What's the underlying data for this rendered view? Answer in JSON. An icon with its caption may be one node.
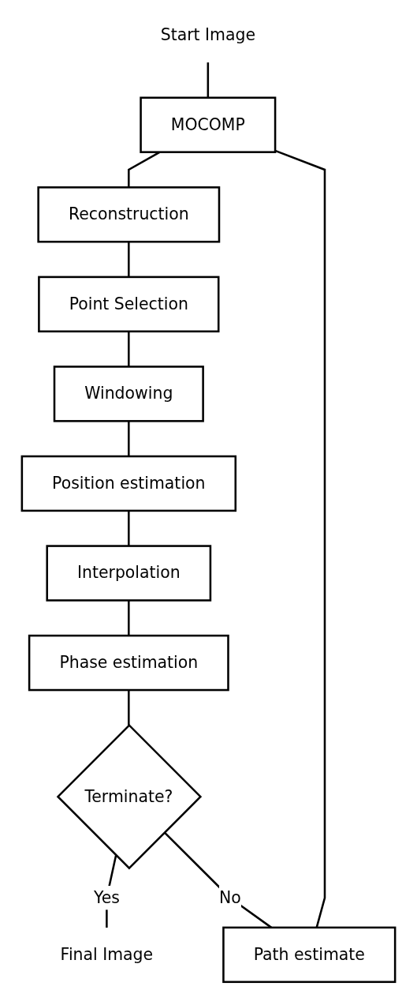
{
  "diagram": {
    "nodes": [
      {
        "text": [
          "Start Image"
        ]
      },
      {
        "text": [
          "MOCOMP"
        ]
      },
      {
        "text": [
          "Reconstruction"
        ]
      },
      {
        "text": [
          "Point Selection"
        ]
      },
      {
        "text": [
          "Windowing"
        ]
      },
      {
        "text": [
          "Position estimation"
        ]
      },
      {
        "text": [
          "Interpolation"
        ]
      },
      {
        "text": [
          "Phase estimation"
        ]
      },
      {
        "text": [
          "Terminate?"
        ]
      },
      {
        "text": [
          "Final Image"
        ]
      },
      {
        "text": [
          "Path estimate"
        ]
      }
    ],
    "edges": [
      {
        "from": 0,
        "to": 1,
        "arrow": "none"
      },
      {
        "from": 1,
        "to": 2,
        "arrow": "none"
      },
      {
        "from": 2,
        "to": 3,
        "arrow": "none"
      },
      {
        "from": 3,
        "to": 4,
        "arrow": "none"
      },
      {
        "from": 4,
        "to": 5,
        "arrow": "none"
      },
      {
        "from": 5,
        "to": 6,
        "arrow": "none"
      },
      {
        "from": 6,
        "to": 7,
        "arrow": "none"
      },
      {
        "from": 7,
        "to": 8,
        "arrow": "none"
      },
      {
        "from": 8,
        "to": 9,
        "label": "Yes",
        "arrow": "none"
      },
      {
        "from": 8,
        "to": 10,
        "label": "No",
        "arrow": "none"
      },
      {
        "from": 10,
        "to": 1,
        "arrow": "none"
      }
    ]
  }
}
